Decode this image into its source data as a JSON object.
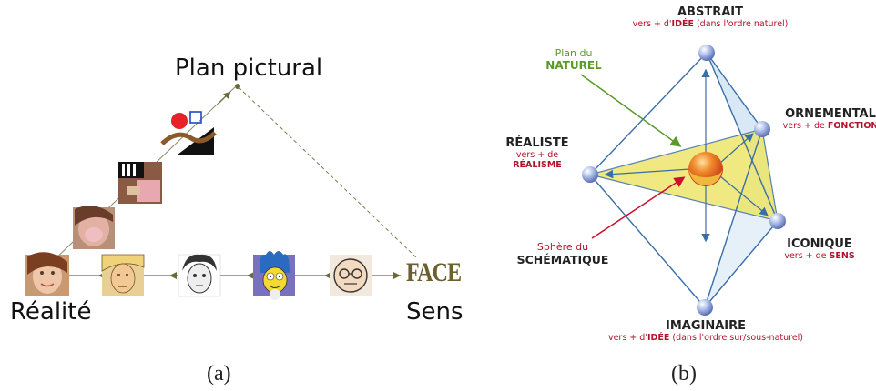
{
  "panel_a": {
    "title_top": "Plan pictural",
    "label_left": "Réalité",
    "label_right": "Sens",
    "face_word": "FACE",
    "caption": "(a)"
  },
  "panel_b": {
    "abstrait": {
      "name": "ABSTRAIT",
      "pre": "vers + d'",
      "key": "IDÉE",
      "post": " (dans l'ordre naturel)"
    },
    "ornemental": {
      "name": "ORNEMENTAL",
      "pre": "vers + de ",
      "key": "FONCTION",
      "post": ""
    },
    "realiste": {
      "name": "RÉALISTE",
      "pre": "vers + de ",
      "key": "RÉALISME",
      "post": ""
    },
    "iconique": {
      "name": "ICONIQUE",
      "pre": "vers + de ",
      "key": "SENS",
      "post": ""
    },
    "imaginaire": {
      "name": "IMAGINAIRE",
      "pre": "vers + d'",
      "key": "IDÉE",
      "post": " (dans l'ordre sur/sous-naturel)"
    },
    "plan": {
      "line1": "Plan du",
      "line2": "NATUREL"
    },
    "sphere": {
      "line1": "Sphère du",
      "line2": "SCHÉMATIQUE"
    },
    "caption": "(b)"
  },
  "colors": {
    "red": "#b3122a",
    "green": "#5a9a2a",
    "blue_edge": "#3a6ea8",
    "plane_yellow": "#f0e96a"
  }
}
